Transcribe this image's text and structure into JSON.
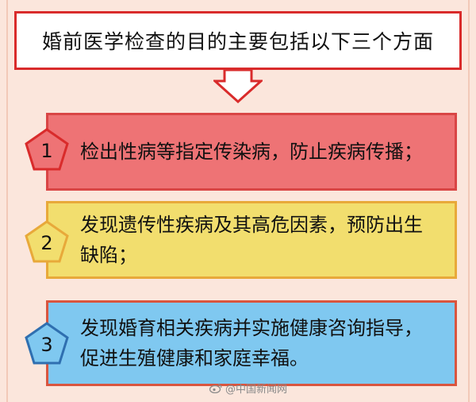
{
  "title": "婚前医学检查的目的主要包括以下三个方面",
  "items": [
    {
      "number": "1",
      "text": "检出性病等指定传染病，防止疾病传播；"
    },
    {
      "number": "2",
      "text": "发现遗传性疾病及其高危因素，预防出生缺陷；"
    },
    {
      "number": "3",
      "text": "发现婚育相关疾病并实施健康咨询指导，促进生殖健康和家庭幸福。"
    }
  ],
  "watermark": "@中国新闻网",
  "colors": {
    "accent_red": "#d92b2b",
    "item1_fill": "#ee7375",
    "item2_fill": "#f2de6e",
    "item3_fill": "#7fc8f0",
    "background": "#fbe6dc"
  }
}
